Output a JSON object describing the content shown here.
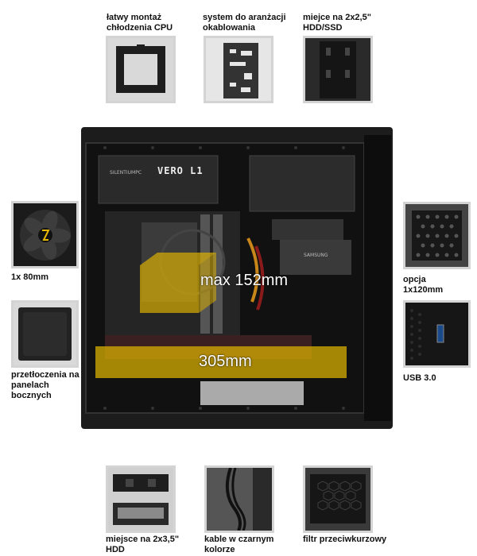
{
  "features_top": [
    {
      "label": "łatwy montaż chłodzenia CPU"
    },
    {
      "label": "system do aranżacji okablowania"
    },
    {
      "label": "miejce na 2x2,5\" HDD/SSD"
    }
  ],
  "features_left": [
    {
      "label": "1x 80mm"
    },
    {
      "label": "przetłoczenia na panelach bocznych"
    }
  ],
  "features_right": [
    {
      "label": "opcja 1x120mm"
    },
    {
      "label": "USB 3.0"
    }
  ],
  "features_bottom": [
    {
      "label": "miejsce na 2x3,5\" HDD"
    },
    {
      "label": "kable w czarnym kolorze"
    },
    {
      "label": "filtr przeciwkurzowy"
    }
  ],
  "case": {
    "psu_model": "VERO L1",
    "psu_brand": "SILENTIUMPC",
    "drive_brand": "SAMSUNG",
    "cooler_clearance": "max 152mm",
    "gpu_length": "305mm"
  },
  "colors": {
    "overlay_yellow": "#e6b800",
    "thumb_border": "#d4d4d4",
    "case_body": "#1c1c1c"
  }
}
